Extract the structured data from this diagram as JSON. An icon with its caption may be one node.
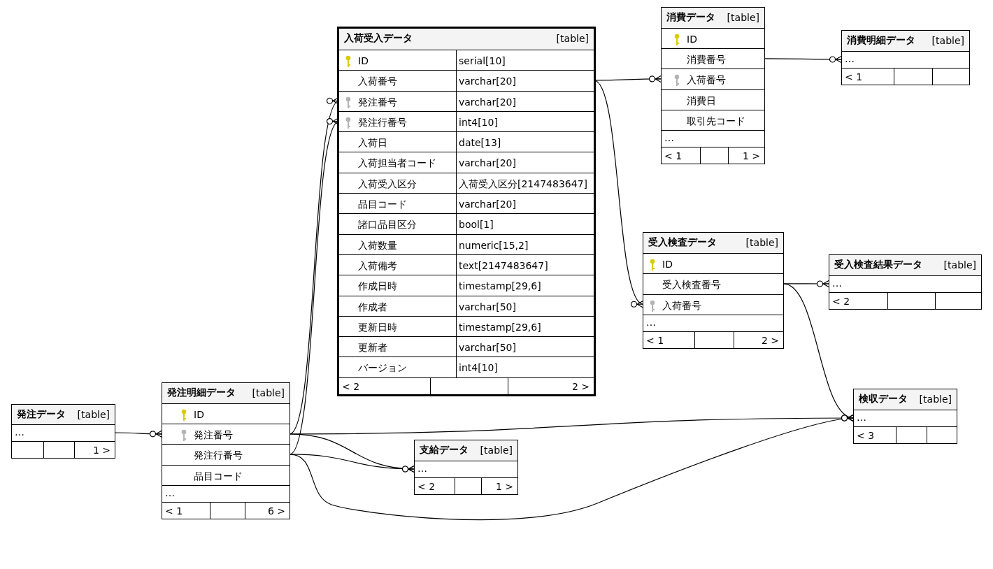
{
  "diagram": {
    "nodes": [
      {
        "text": [
          "入荷受入データ",
          "[table]"
        ]
      },
      {
        "text": [
          "ID",
          "serial[10]"
        ],
        "in": 0
      },
      {
        "text": [
          "入荷番号",
          "varchar[20]"
        ],
        "in": 0
      },
      {
        "text": [
          "発注番号",
          "varchar[20]"
        ],
        "in": 0
      },
      {
        "text": [
          "発注行番号",
          "int4[10]"
        ],
        "in": 0
      },
      {
        "text": [
          "入荷日",
          "date[13]"
        ],
        "in": 0
      },
      {
        "text": [
          "入荷担当者コード",
          "varchar[20]"
        ],
        "in": 0
      },
      {
        "text": [
          "入荷受入区分",
          "入荷受入区分[2147483647]"
        ],
        "in": 0
      },
      {
        "text": [
          "品目コード",
          "varchar[20]"
        ],
        "in": 0
      },
      {
        "text": [
          "諸口品目区分",
          "bool[1]"
        ],
        "in": 0
      },
      {
        "text": [
          "入荷数量",
          "numeric[15,2]"
        ],
        "in": 0
      },
      {
        "text": [
          "入荷備考",
          "text[2147483647]"
        ],
        "in": 0
      },
      {
        "text": [
          "作成日時",
          "timestamp[29,6]"
        ],
        "in": 0
      },
      {
        "text": [
          "作成者",
          "varchar[50]"
        ],
        "in": 0
      },
      {
        "text": [
          "更新日時",
          "timestamp[29,6]"
        ],
        "in": 0
      },
      {
        "text": [
          "更新者",
          "varchar[50]"
        ],
        "in": 0
      },
      {
        "text": [
          "バージョン",
          "int4[10]"
        ],
        "in": 0
      },
      {
        "text": [
          "< 2",
          "2 >"
        ],
        "in": 0
      },
      {
        "text": [
          "消費データ",
          "[table]"
        ]
      },
      {
        "text": [
          "ID"
        ],
        "in": 18
      },
      {
        "text": [
          "消費番号"
        ],
        "in": 18
      },
      {
        "text": [
          "入荷番号"
        ],
        "in": 18
      },
      {
        "text": [
          "消費日"
        ],
        "in": 18
      },
      {
        "text": [
          "取引先コード"
        ],
        "in": 18
      },
      {
        "text": [
          "…"
        ],
        "in": 18
      },
      {
        "text": [
          "< 1",
          "1 >"
        ],
        "in": 18
      },
      {
        "text": [
          "消費明細データ",
          "[table]"
        ]
      },
      {
        "text": [
          "…"
        ],
        "in": 26
      },
      {
        "text": [
          "< 1"
        ],
        "in": 26
      },
      {
        "text": [
          "受入検査データ",
          "[table]"
        ]
      },
      {
        "text": [
          "ID"
        ],
        "in": 29
      },
      {
        "text": [
          "受入検査番号"
        ],
        "in": 29
      },
      {
        "text": [
          "入荷番号"
        ],
        "in": 29
      },
      {
        "text": [
          "…"
        ],
        "in": 29
      },
      {
        "text": [
          "< 1",
          "2 >"
        ],
        "in": 29
      },
      {
        "text": [
          "受入検査結果データ",
          "[table]"
        ]
      },
      {
        "text": [
          "…"
        ],
        "in": 35
      },
      {
        "text": [
          "< 2"
        ],
        "in": 35
      },
      {
        "text": [
          "発注データ",
          "[table]"
        ]
      },
      {
        "text": [
          "…"
        ],
        "in": 38
      },
      {
        "text": [
          "1 >"
        ],
        "in": 38
      },
      {
        "text": [
          "発注明細データ",
          "[table]"
        ]
      },
      {
        "text": [
          "ID"
        ],
        "in": 41
      },
      {
        "text": [
          "発注番号"
        ],
        "in": 41
      },
      {
        "text": [
          "発注行番号"
        ],
        "in": 41
      },
      {
        "text": [
          "品目コード"
        ],
        "in": 41
      },
      {
        "text": [
          "…"
        ],
        "in": 41
      },
      {
        "text": [
          "< 1",
          "6 >"
        ],
        "in": 41
      },
      {
        "text": [
          "支給データ",
          "[table]"
        ]
      },
      {
        "text": [
          "…"
        ],
        "in": 48
      },
      {
        "text": [
          "< 2",
          "1 >"
        ],
        "in": 48
      },
      {
        "text": [
          "検収データ",
          "[table]"
        ]
      },
      {
        "text": [
          "…"
        ],
        "in": 51
      },
      {
        "text": [
          "< 3"
        ],
        "in": 51
      }
    ],
    "edges": [
      {
        "from": 43,
        "to": 3,
        "arrow": "other"
      },
      {
        "from": 44,
        "to": 4,
        "arrow": "other"
      },
      {
        "from": 2,
        "to": 21,
        "arrow": "other"
      },
      {
        "from": 2,
        "to": 32,
        "arrow": "other"
      },
      {
        "from": 20,
        "to": 27,
        "arrow": "other"
      },
      {
        "from": 31,
        "to": 36,
        "arrow": "other"
      },
      {
        "from": 31,
        "to": 52,
        "arrow": "other"
      },
      {
        "from": 39,
        "to": 43,
        "arrow": "other"
      },
      {
        "from": 43,
        "to": 49,
        "arrow": "other"
      },
      {
        "from": 44,
        "to": 49,
        "arrow": "other"
      },
      {
        "from": 43,
        "to": 52,
        "arrow": "other"
      },
      {
        "from": 44,
        "to": 52,
        "arrow": "other"
      }
    ]
  }
}
